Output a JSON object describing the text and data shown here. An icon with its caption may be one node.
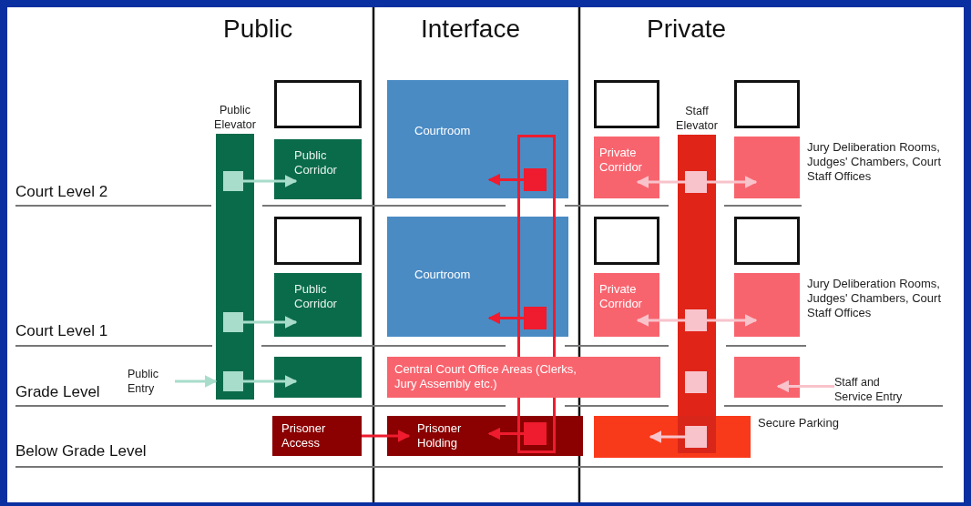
{
  "diagram": {
    "nodes": [
      {
        "text": [
          "Public Elevator"
        ]
      },
      {
        "text": [],
        "shape": "box",
        "in": 0
      },
      {
        "text": [],
        "shape": "box",
        "in": 0
      },
      {
        "text": [],
        "shape": "box",
        "in": 0
      },
      {
        "text": [],
        "shape": "box"
      },
      {
        "text": [
          "Public Corridor"
        ]
      },
      {
        "text": [],
        "shape": "box"
      },
      {
        "text": [
          "Public Corridor"
        ]
      },
      {
        "text": [],
        "shape": "box"
      },
      {
        "text": [
          "Public Entry"
        ]
      },
      {
        "text": [
          "Prisoner Access"
        ]
      },
      {
        "text": [
          "Courtroom"
        ]
      },
      {
        "text": [
          "Courtroom"
        ]
      },
      {
        "text": [
          "Central Court Office Areas (Clerks, Jury Assembly etc.)"
        ]
      },
      {
        "text": [
          "Prisoner Holding"
        ]
      },
      {
        "text": [],
        "shape": "box"
      },
      {
        "text": [],
        "shape": "box"
      },
      {
        "text": [],
        "shape": "box"
      },
      {
        "text": [],
        "shape": "box"
      },
      {
        "text": [],
        "shape": "box"
      },
      {
        "text": [],
        "shape": "box"
      },
      {
        "text": [
          "Private Corridor"
        ]
      },
      {
        "text": [],
        "shape": "box",
        "beside": [
          "Jury Deliberation Rooms, Judges' Chambers, Court Staff Offices"
        ]
      },
      {
        "text": [],
        "shape": "box"
      },
      {
        "text": [],
        "shape": "box"
      },
      {
        "text": [
          "Private Corridor"
        ]
      },
      {
        "text": [],
        "shape": "box",
        "beside": [
          "Jury Deliberation Rooms, Judges' Chambers, Court Staff Offices"
        ]
      },
      {
        "text": [],
        "shape": "box"
      },
      {
        "text": [
          "Staff and Service Entry"
        ]
      },
      {
        "text": [
          "Staff Elevator"
        ]
      },
      {
        "text": [],
        "shape": "box",
        "in": 29
      },
      {
        "text": [],
        "shape": "box",
        "in": 29
      },
      {
        "text": [],
        "shape": "box",
        "in": 29
      },
      {
        "text": [],
        "shape": "box",
        "beside": [
          "Secure Parking"
        ]
      },
      {
        "text": [],
        "shape": "box",
        "in": 33
      }
    ],
    "edges": [
      {
        "from": 1,
        "to": 5,
        "arrow": "to",
        "color": "#a8dccb"
      },
      {
        "from": 2,
        "to": 7,
        "arrow": "to",
        "color": "#a8dccb"
      },
      {
        "from": 3,
        "to": 8,
        "arrow": "to",
        "color": "#a8dccb"
      },
      {
        "from": 9,
        "to": 0,
        "arrow": "to",
        "color": "#a8dccb"
      },
      {
        "from": 10,
        "to": 14,
        "arrow": "to",
        "color": "#ee1c2e"
      },
      {
        "from": 16,
        "to": 11,
        "arrow": "to",
        "color": "#ee1c2e"
      },
      {
        "from": 17,
        "to": 12,
        "arrow": "to",
        "color": "#ee1c2e"
      },
      {
        "from": 18,
        "to": 14,
        "arrow": "to",
        "color": "#ee1c2e"
      },
      {
        "from": 30,
        "to": 21,
        "arrow": "to"
      },
      {
        "from": 30,
        "to": 22,
        "arrow": "to"
      },
      {
        "from": 31,
        "to": 25,
        "arrow": "to"
      },
      {
        "from": 31,
        "to": 26,
        "arrow": "to"
      },
      {
        "from": 28,
        "to": 27,
        "arrow": "to"
      },
      {
        "from": 34,
        "to": 33,
        "arrow": "to"
      }
    ],
    "labels": [
      "Public",
      "Interface",
      "Private",
      "Court Level 2",
      "Court Level 1",
      "Grade Level",
      "Below Grade Level"
    ]
  }
}
